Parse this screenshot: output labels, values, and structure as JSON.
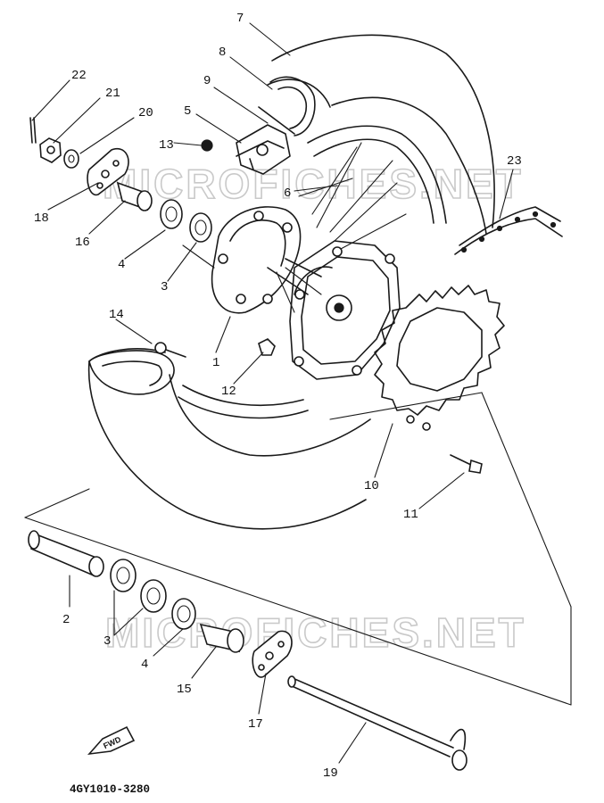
{
  "watermark": "MICROFICHES.NET",
  "diagram_code": "4GY1010-3280",
  "fwd_label": "FWD",
  "callouts": [
    "1",
    "2",
    "3",
    "3",
    "3",
    "4",
    "4",
    "5",
    "6",
    "7",
    "8",
    "9",
    "10",
    "11",
    "12",
    "13",
    "14",
    "15",
    "16",
    "17",
    "18",
    "19",
    "20",
    "21",
    "22",
    "23"
  ]
}
